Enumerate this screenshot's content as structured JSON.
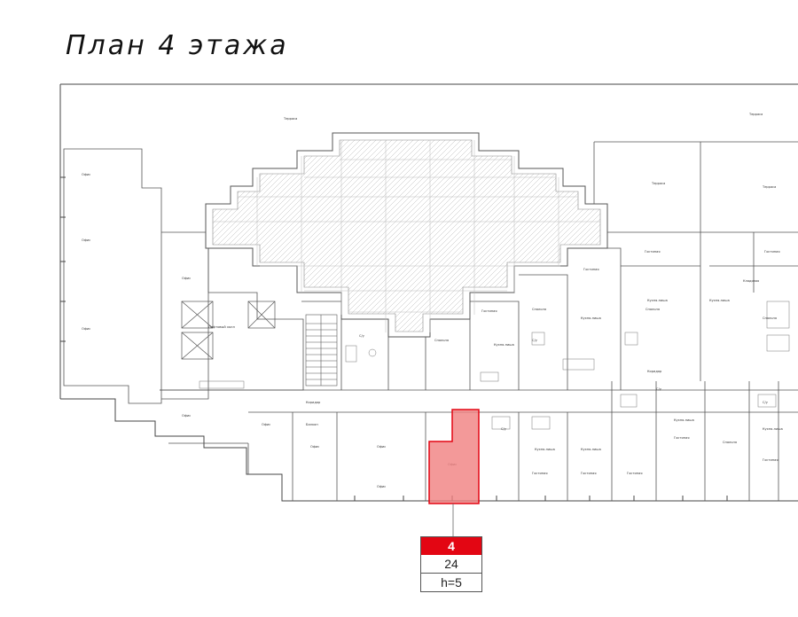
{
  "title": "План 4 этажа",
  "labels": {
    "terrace": "Терраса",
    "office": "Офис",
    "living": "Гостиная",
    "kitchen": "Кухня-ниша",
    "bedroom": "Спальня",
    "bathroom": "С/у",
    "corridor": "Коридор",
    "lift_hall": "Лифтовый холл",
    "balcony": "Балкон",
    "storage": "Кладовая"
  },
  "colors": {
    "highlight": "#e30613",
    "highlight_fill": "#f08080",
    "lines": "#444444"
  },
  "selected_unit": {
    "floor": "4",
    "area": "24",
    "height": "h=5"
  }
}
